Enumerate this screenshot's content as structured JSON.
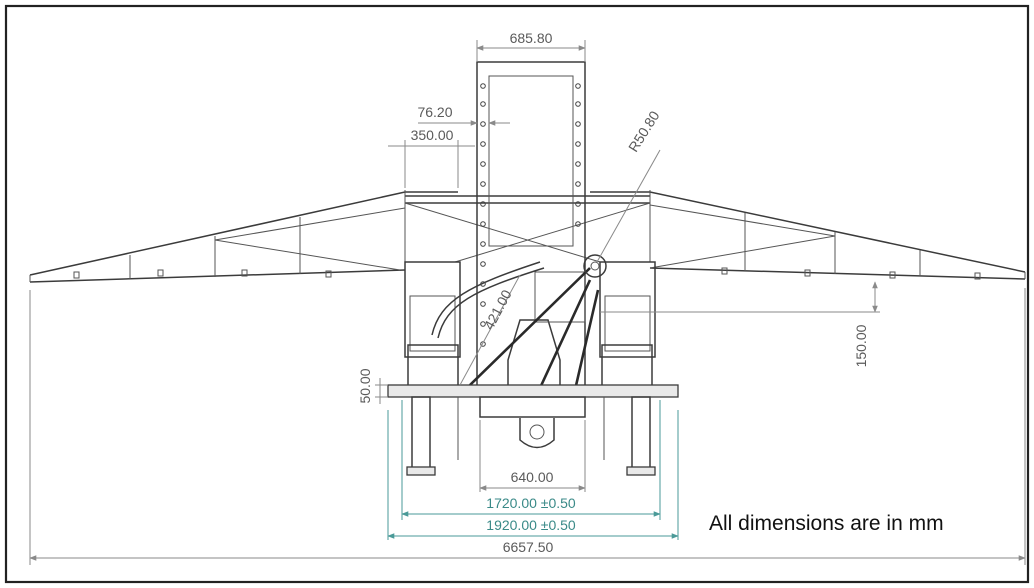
{
  "note": "All dimensions are in mm",
  "dimensions": {
    "frame_width": "685.80",
    "bar_width": "76.20",
    "offset": "350.00",
    "radius": "R50.80",
    "angle_length": "421.00",
    "height_right": "150.00",
    "height_left": "50.00",
    "inner_width": "640.00",
    "track_inner": "1720.00 ±0.50",
    "track_outer": "1920.00 ±0.50",
    "overall_width": "6657.50"
  },
  "colors": {
    "dimension_gray": "#8a8a8a",
    "dimension_teal": "#4a9a98",
    "outline": "#222222"
  }
}
